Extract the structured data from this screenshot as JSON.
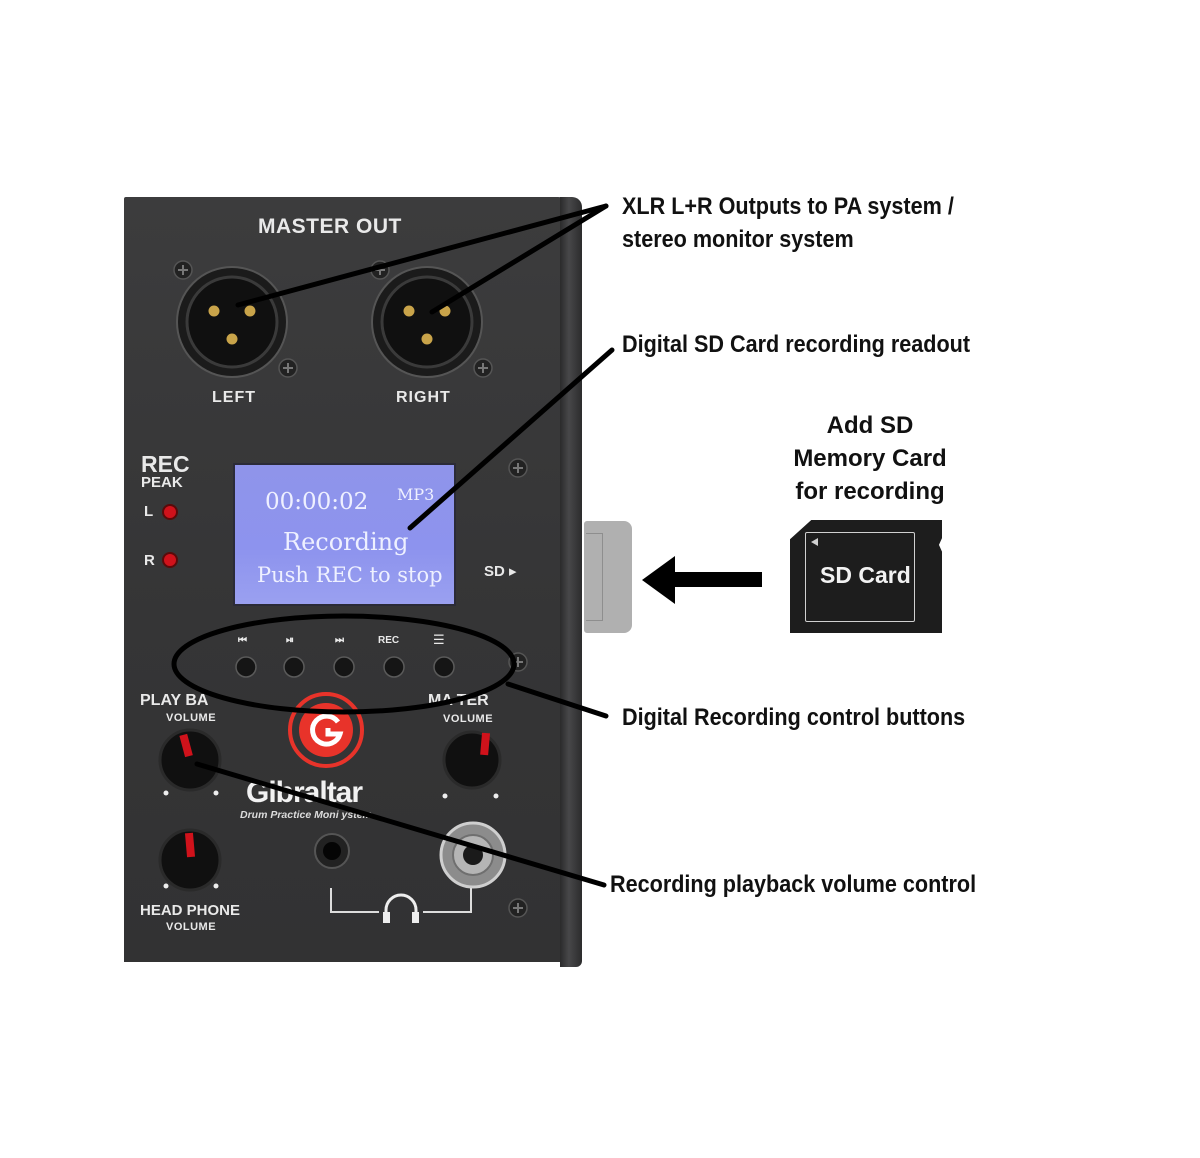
{
  "device": {
    "master_out": "MASTER OUT",
    "left": "LEFT",
    "right": "RIGHT",
    "rec": "REC",
    "peak": "PEAK",
    "l": "L",
    "r": "R",
    "sd_arrow": "SD ▸",
    "buttons": [
      "⏮",
      "⏯",
      "⏭",
      "REC",
      "☰"
    ],
    "playback": "PLAY BA",
    "volume": "VOLUME",
    "master": "MA    TER",
    "brand": "Gibraltar",
    "subtitle": "Drum Practice Moni         ystem",
    "headphone": "HEAD PHONE"
  },
  "lcd": {
    "time": "00:00:02",
    "format": "MP3",
    "status": "Recording",
    "hint": "Push REC to stop"
  },
  "callouts": {
    "xlr_line1": "XLR L+R Outputs to PA system /",
    "xlr_line2": "stereo monitor system",
    "readout": "Digital SD Card recording readout",
    "sd_line1": "Add SD",
    "sd_line2": "Memory Card",
    "sd_line3": "for recording",
    "controls": "Digital Recording control buttons",
    "playback_volume": "Recording playback volume control"
  },
  "sd_card": {
    "label": "SD Card"
  },
  "colors": {
    "panel": "#383839",
    "lcd": "#8f94ea",
    "led": "#d0121b",
    "logo": "#e8332a"
  }
}
